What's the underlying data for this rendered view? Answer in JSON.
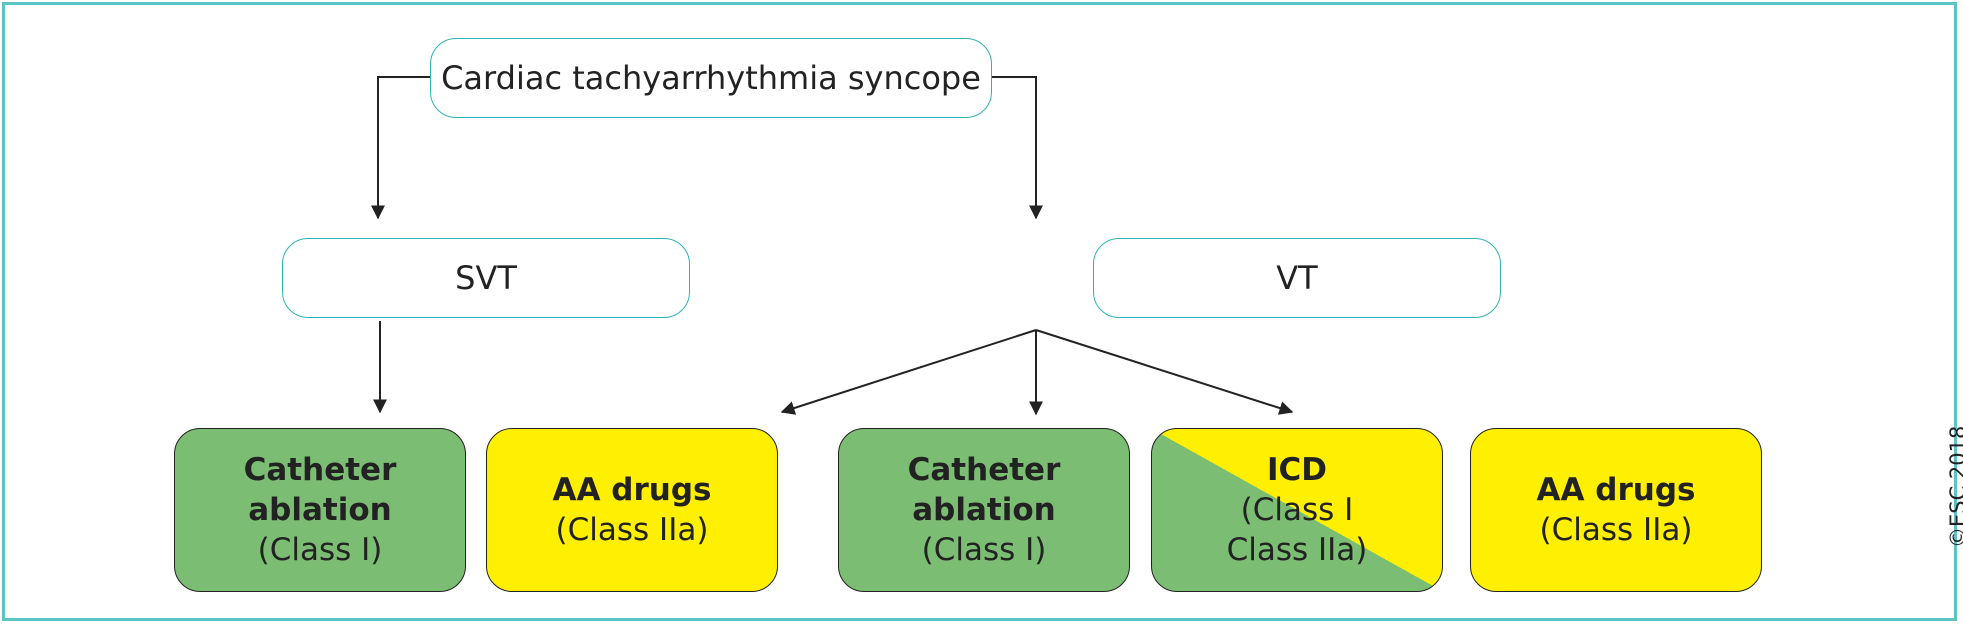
{
  "root": {
    "label": "Cardiac tachyarrhythmia syncope"
  },
  "svt": {
    "label": "SVT"
  },
  "vt": {
    "label": "VT"
  },
  "outcomes": {
    "svt_catheter": {
      "line1": "Catheter",
      "line2": "ablation",
      "line3": "(Class I)"
    },
    "svt_aa": {
      "line1": "AA drugs",
      "line2": "(Class IIa)"
    },
    "vt_catheter": {
      "line1": "Catheter",
      "line2": "ablation",
      "line3": "(Class I)"
    },
    "vt_icd": {
      "line1": "ICD",
      "line2": "(Class I",
      "line3": "Class IIa)"
    },
    "vt_aa": {
      "line1": "AA drugs",
      "line2": "(Class IIa)"
    }
  },
  "copyright": "©ESC 2018",
  "colors": {
    "frame": "#5bc4c4",
    "node_border": "#2eb3b8",
    "class_i_green": "#7bbd72",
    "class_iia_yellow": "#ffef00"
  }
}
